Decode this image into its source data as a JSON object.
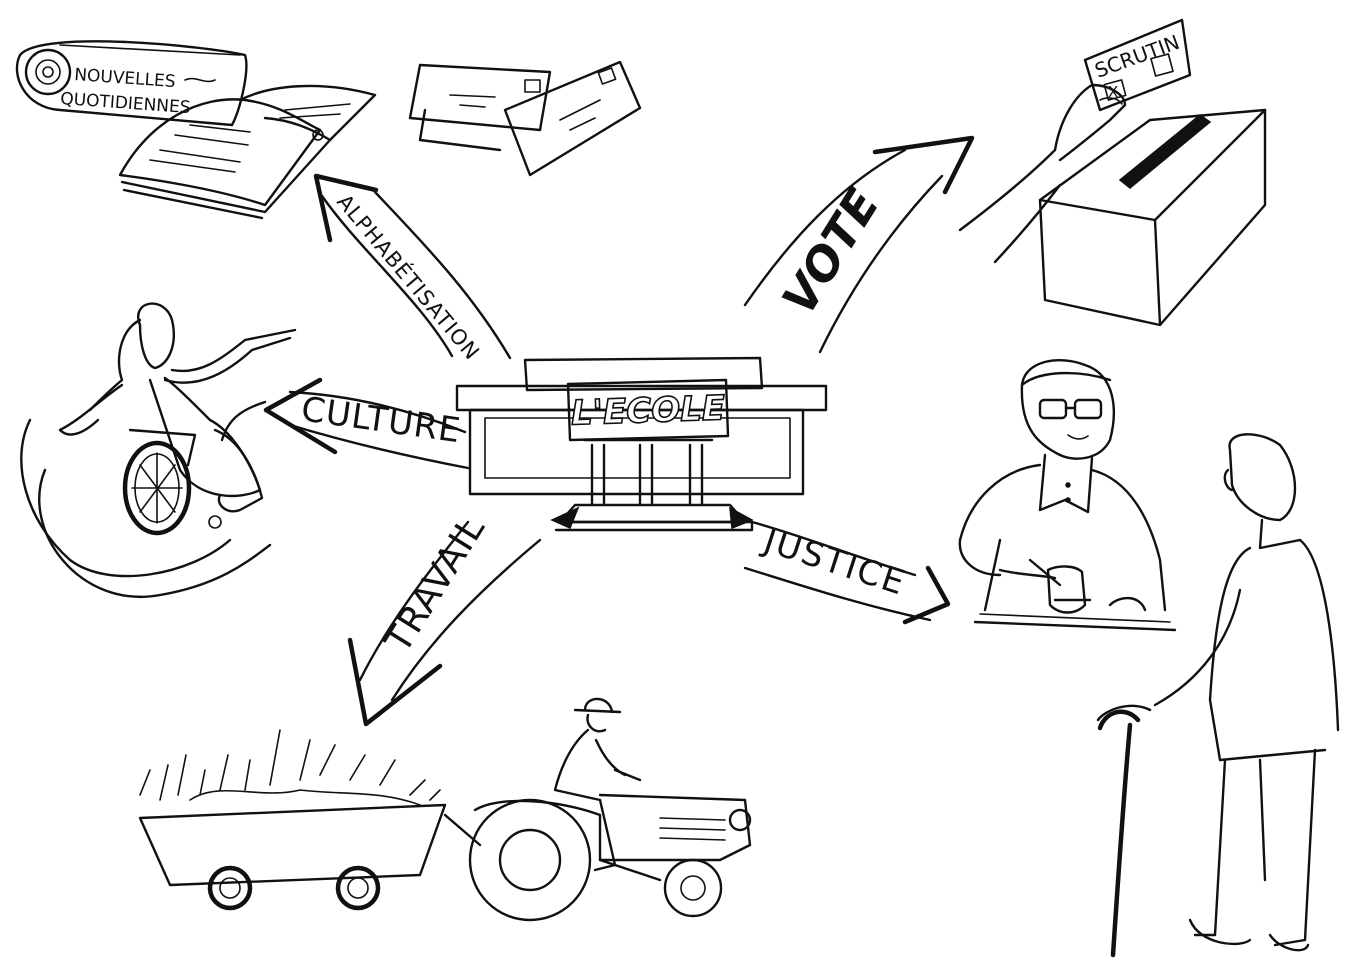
{
  "center": {
    "label": "L'ECOLE"
  },
  "arrows": {
    "literacy": "ALPHABÉTISATION",
    "vote": "VOTE",
    "culture": "CULTURE",
    "justice": "JUSTICE",
    "work": "TRAVAIL"
  },
  "newspaper": {
    "line1": "NOUVELLES",
    "line2": "QUOTIDIENNES"
  },
  "ballot": {
    "label": "SCRUTIN",
    "mark": "X"
  }
}
